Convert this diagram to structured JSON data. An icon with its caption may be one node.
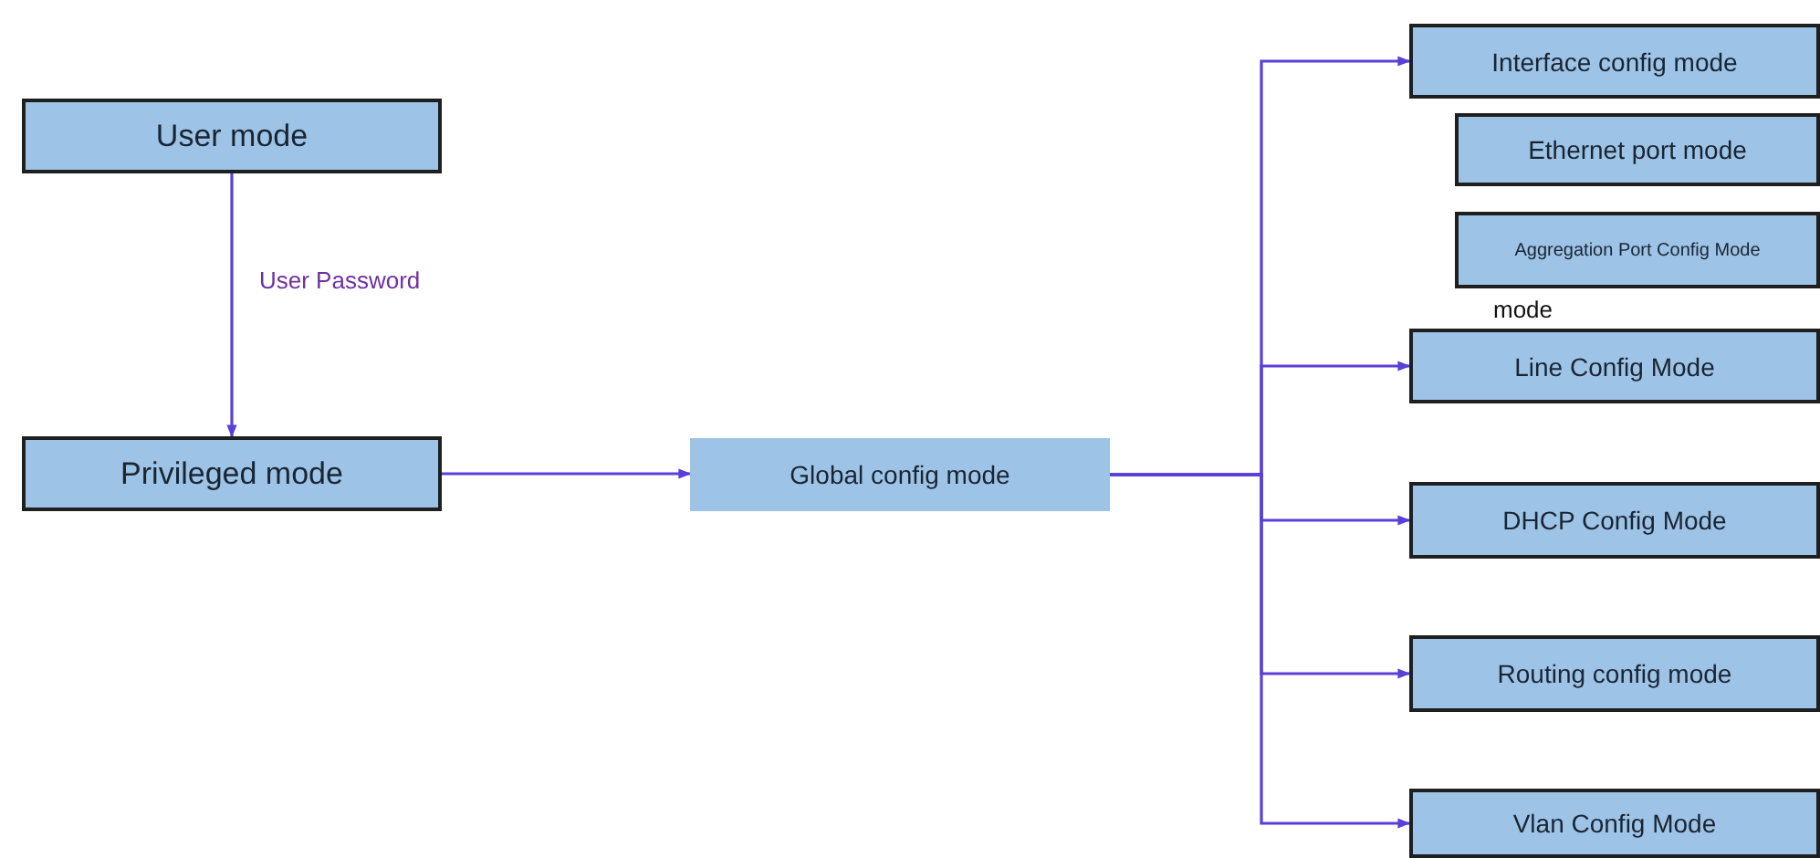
{
  "diagram": {
    "nodes": [
      {
        "text": [
          "User mode"
        ]
      },
      {
        "text": [
          "Privileged mode"
        ]
      },
      {
        "text": [
          "Global config mode"
        ]
      },
      {
        "text": [
          "Interface config mode"
        ]
      },
      {
        "text": [
          "Ethernet port mode"
        ]
      },
      {
        "text": [
          "Aggregation Port Config Mode"
        ]
      },
      {
        "text": [
          "Line Config Mode"
        ]
      },
      {
        "text": [
          "DHCP Config Mode"
        ]
      },
      {
        "text": [
          "Routing config mode"
        ]
      },
      {
        "text": [
          "Vlan Config Mode"
        ]
      }
    ],
    "edges": [
      {
        "from": 0,
        "to": 1,
        "arrow": "to",
        "label": "User Password"
      },
      {
        "from": 1,
        "to": 2,
        "arrow": "to"
      },
      {
        "from": 2,
        "to": 3,
        "arrow": "to"
      },
      {
        "from": 2,
        "to": 6,
        "arrow": "to"
      },
      {
        "from": 2,
        "to": 7,
        "arrow": "to"
      },
      {
        "from": 2,
        "to": 8,
        "arrow": "to"
      },
      {
        "from": 2,
        "to": 9,
        "arrow": "to"
      }
    ],
    "labels": [
      "mode"
    ]
  }
}
